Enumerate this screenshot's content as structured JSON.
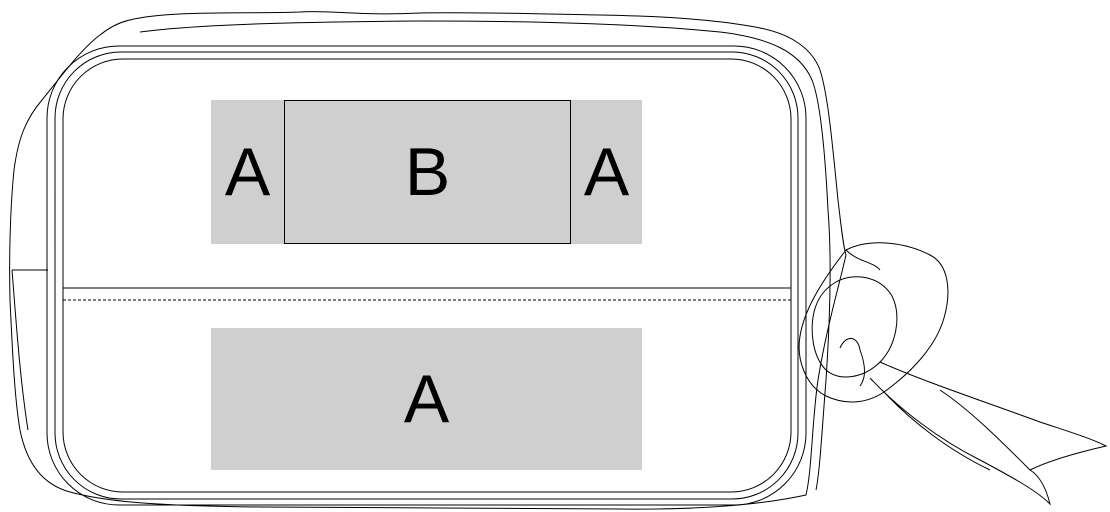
{
  "diagram": {
    "zones": {
      "top_left": "A",
      "top_center": "B",
      "top_right": "A",
      "bottom": "A"
    }
  }
}
